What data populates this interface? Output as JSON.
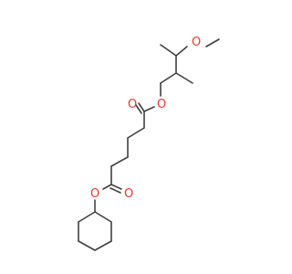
{
  "molecule": {
    "atom_color_oxygen": "#e8372c",
    "bond_color": "#404040",
    "labels": {
      "methoxy_o": "O",
      "ester1_ring_o": "O",
      "ester1_carbonyl_o": "O",
      "ester2_chain_o": "O",
      "ester2_carbonyl_o": "O"
    }
  }
}
